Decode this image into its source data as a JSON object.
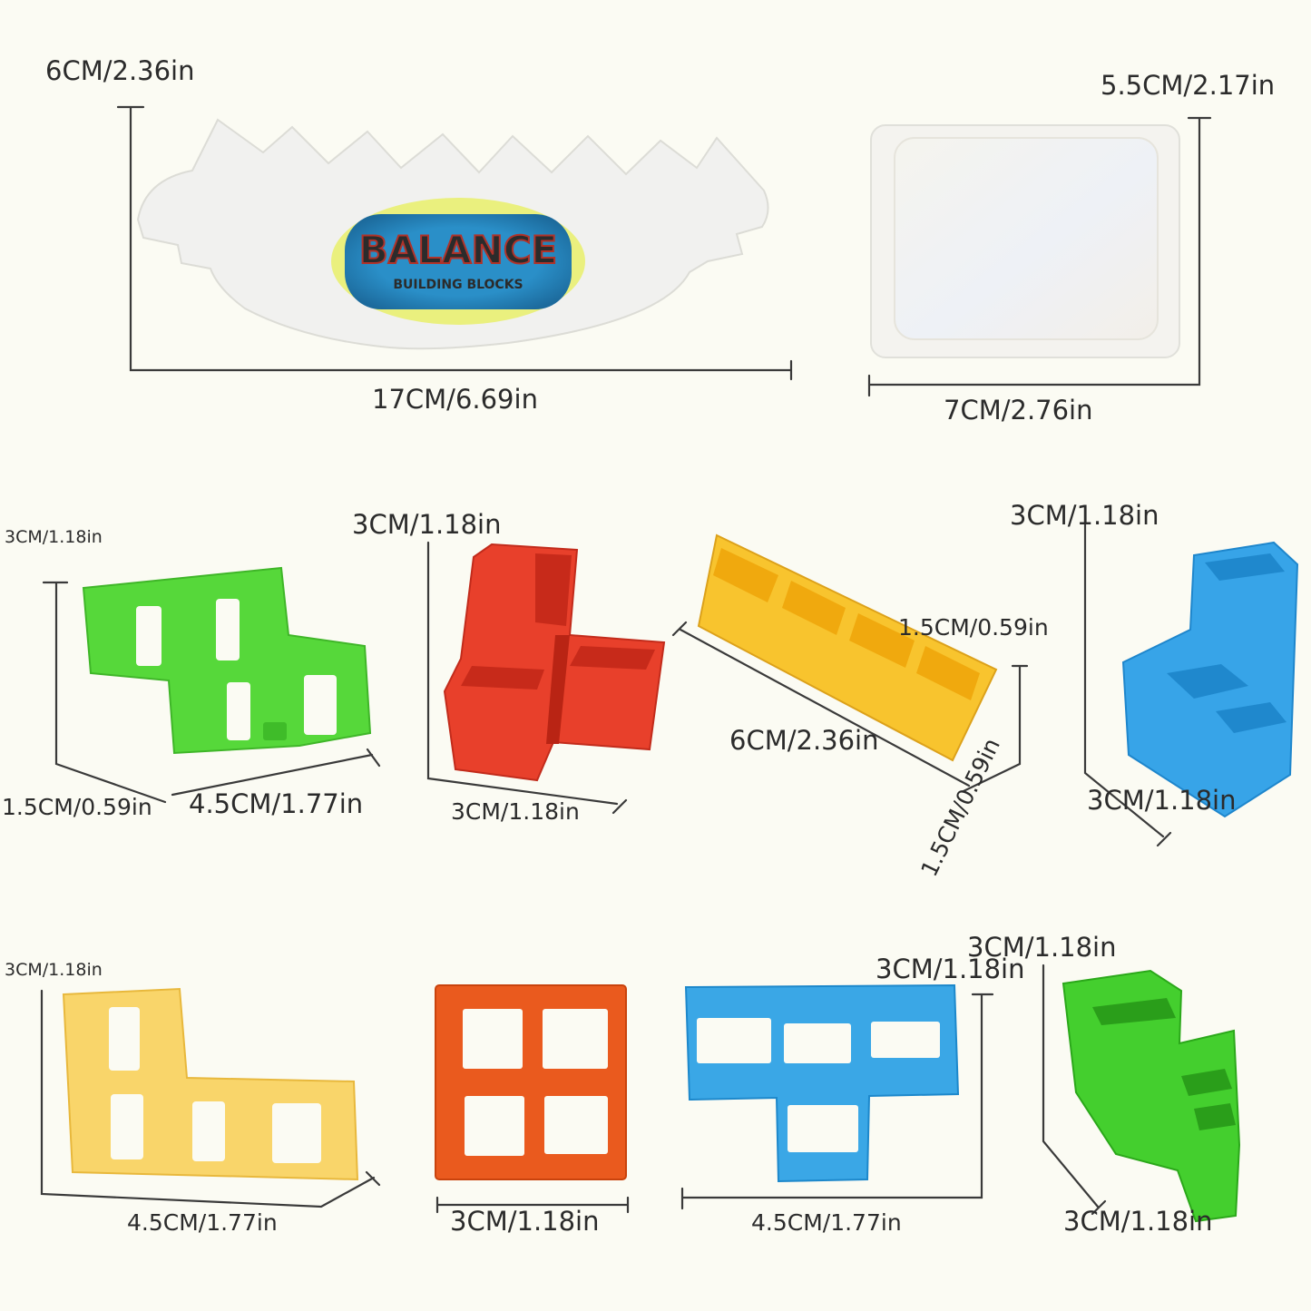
{
  "logo_text": "BALANCE",
  "logo_subtext": "BUILDING BLOCKS",
  "colors": {
    "background": "#fbfbf3",
    "white_piece": "#f1f1ef",
    "green": "#56d83a",
    "red": "#e8402b",
    "yellow": "#f8c42e",
    "blue": "#37a4e8",
    "orange": "#ea5a1e",
    "pale_yellow": "#f9d56a",
    "dimension_line": "#3a3a3a"
  },
  "items": [
    {
      "name": "balance-board",
      "dims": {
        "height": "6CM/2.36in",
        "length": "17CM/6.69in"
      }
    },
    {
      "name": "base-tray",
      "dims": {
        "height": "5.5CM/2.17in",
        "length": "7CM/2.76in"
      }
    },
    {
      "name": "green-z-block",
      "dims": {
        "height": "3CM/1.18in",
        "depth": "1.5CM/0.59in",
        "length": "4.5CM/1.77in"
      }
    },
    {
      "name": "red-corner-block",
      "dims": {
        "height": "3CM/1.18in",
        "length": "3CM/1.18in"
      }
    },
    {
      "name": "yellow-bar-block",
      "dims": {
        "depth": "1.5CM/0.59in",
        "length": "6CM/2.36in",
        "height": "1.5CM/0.59in"
      }
    },
    {
      "name": "blue-l-block",
      "dims": {
        "height": "3CM/1.18in",
        "length": "3CM/1.18in"
      }
    },
    {
      "name": "yellow-l-block",
      "dims": {
        "height": "3CM/1.18in",
        "length": "4.5CM/1.77in"
      }
    },
    {
      "name": "orange-square-block",
      "dims": {
        "length": "3CM/1.18in"
      }
    },
    {
      "name": "blue-t-block",
      "dims": {
        "height": "3CM/1.18in",
        "length": "4.5CM/1.77in"
      }
    },
    {
      "name": "green-s-block",
      "dims": {
        "height": "3CM/1.18in",
        "length": "3CM/1.18in"
      }
    }
  ]
}
